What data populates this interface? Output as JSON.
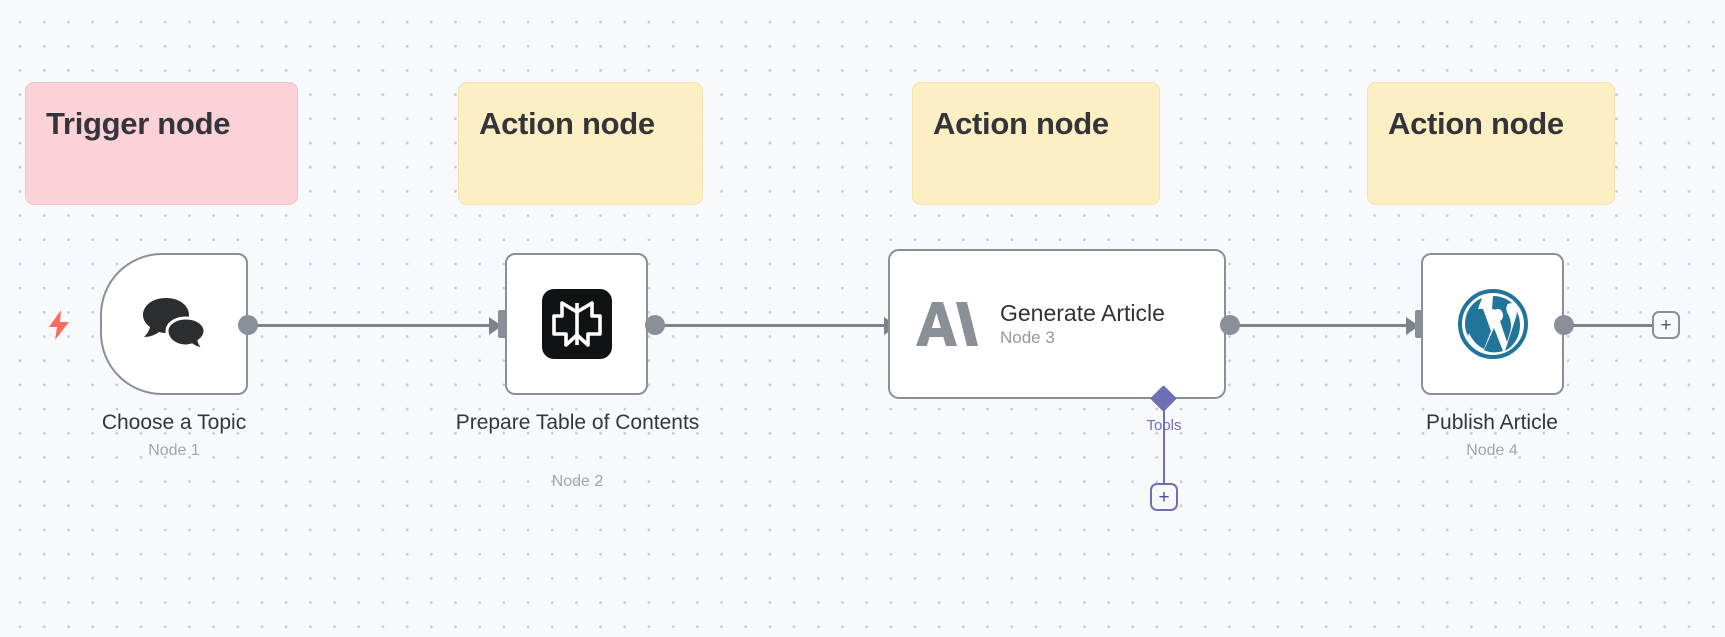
{
  "canvas": {
    "background_color": "#f8f9fc",
    "grid_dot_color": "#c9ccd6"
  },
  "annotations": [
    {
      "id": "trigger-note",
      "label": "Trigger node",
      "kind": "trigger",
      "fill": "#fbd2d8",
      "border": "#f3c2ca"
    },
    {
      "id": "action-note-1",
      "label": "Action node",
      "kind": "action",
      "fill": "#fdefc4",
      "border": "#f5e3ac"
    },
    {
      "id": "action-note-2",
      "label": "Action node",
      "kind": "action",
      "fill": "#fdefc4",
      "border": "#f5e3ac"
    },
    {
      "id": "action-note-3",
      "label": "Action node",
      "kind": "action",
      "fill": "#fdefc4",
      "border": "#f5e3ac"
    }
  ],
  "nodes": [
    {
      "id": "node-1",
      "title": "Choose a Topic",
      "subtitle": "Node 1",
      "icon": "chat-bubbles-icon",
      "type": "trigger",
      "trigger_badge": "lightning-bolt-icon"
    },
    {
      "id": "node-2",
      "title": "Prepare Table of Contents",
      "subtitle": "Node 2",
      "icon": "perplexity-logo-icon",
      "type": "action"
    },
    {
      "id": "node-3",
      "title": "Generate Article",
      "subtitle": "Node 3",
      "icon": "anthropic-logo-icon",
      "type": "action-wide",
      "sub_connector": {
        "label": "Tools",
        "color": "#6f6fb5",
        "add_button": "+"
      }
    },
    {
      "id": "node-4",
      "title": "Publish Article",
      "subtitle": "Node 4",
      "icon": "wordpress-logo-icon",
      "icon_color": "#21759b",
      "type": "action"
    }
  ],
  "connectors": {
    "wire_color": "#7e828b",
    "endpoint_color": "#8b8f98"
  },
  "buttons": {
    "add_step": "+",
    "add_tool": "+"
  }
}
